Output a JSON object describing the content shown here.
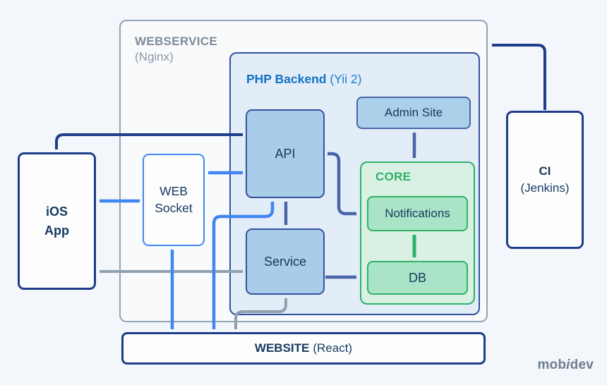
{
  "colors": {
    "background": "#f3f6fa",
    "panel_fill": "#f8fafc",
    "panel_border": "#93a4b4",
    "php_fill": "#e3edf8",
    "navy_border": "#34519f",
    "node_blue_fill": "#a9cde8",
    "admin_fill": "#abd0ea",
    "dark_navy": "#1e3d8a",
    "bright_blue": "#3f86f0",
    "slate_blue": "#4a64a8",
    "arrow_gray": "#8fa0ae",
    "green": "#2eb169",
    "core_fill": "#d8f1e2",
    "green_node_fill": "#aae4c6",
    "node_text": "#17395f",
    "webservice_text": "#7e8b99",
    "php_text": "#1272c2",
    "white_fill": "#fdfdfe",
    "logo_gray": "#6e7f8f"
  },
  "webservice": {
    "title": "WEBSERVICE",
    "subtitle": "(Nginx)"
  },
  "php_backend": {
    "title": "PHP Backend",
    "subtitle": "(Yii 2)"
  },
  "nodes": {
    "api": "API",
    "service": "Service",
    "admin_site": "Admin Site",
    "core": "CORE",
    "notifications": "Notifications",
    "db": "DB",
    "ios_app": "iOS\nApp",
    "web_socket": "WEB\nSocket",
    "ci": "CI",
    "ci_subtitle": "(Jenkins)",
    "website": "WEBSITE",
    "website_subtitle": "(React)"
  },
  "logo": {
    "pre": "mob",
    "mid": "i",
    "post": "dev"
  },
  "connections": [
    {
      "from": "iOS App",
      "to": "API",
      "type": "bidirectional",
      "color": "dark_navy"
    },
    {
      "from": "iOS App",
      "to": "WEB Socket",
      "type": "bidirectional",
      "color": "bright_blue"
    },
    {
      "from": "WEB Socket",
      "to": "API",
      "type": "bidirectional",
      "color": "bright_blue"
    },
    {
      "from": "iOS App",
      "to": "Service",
      "type": "bidirectional",
      "color": "arrow_gray"
    },
    {
      "from": "WEB Socket",
      "to": "WEBSITE",
      "type": "bidirectional",
      "color": "bright_blue"
    },
    {
      "from": "API",
      "to": "WEBSITE",
      "type": "bidirectional",
      "color": "bright_blue"
    },
    {
      "from": "API",
      "to": "Service",
      "type": "bidirectional",
      "color": "slate_blue"
    },
    {
      "from": "API",
      "to": "CORE",
      "type": "bidirectional",
      "color": "slate_blue"
    },
    {
      "from": "Service",
      "to": "CORE",
      "type": "unidirectional",
      "color": "slate_blue"
    },
    {
      "from": "Admin Site",
      "to": "CORE",
      "type": "bidirectional",
      "color": "slate_blue"
    },
    {
      "from": "Notifications",
      "to": "DB",
      "type": "bidirectional",
      "color": "green"
    },
    {
      "from": "Service",
      "to": "WEBSITE",
      "type": "bidirectional",
      "color": "arrow_gray"
    },
    {
      "from": "CI",
      "to": "WEBSERVICE",
      "type": "unidirectional",
      "color": "dark_navy"
    }
  ]
}
